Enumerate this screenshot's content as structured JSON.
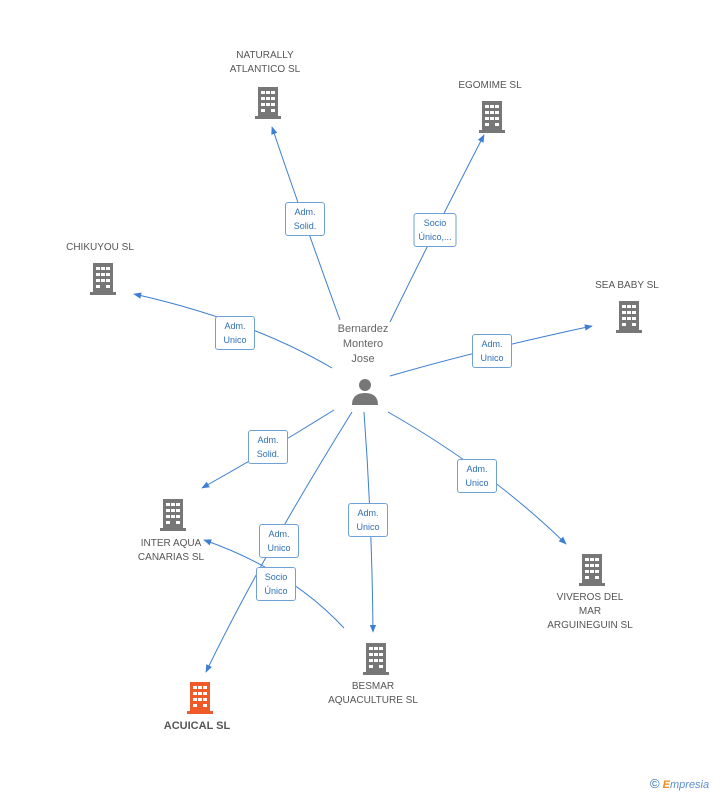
{
  "center": {
    "label": "Bernardez\nMontero\nJose"
  },
  "nodes": [
    {
      "id": "naturally",
      "label": "NATURALLY\nATLANTICO  SL"
    },
    {
      "id": "egomime",
      "label": "EGOMIME SL"
    },
    {
      "id": "chikuyou",
      "label": "CHIKUYOU SL"
    },
    {
      "id": "seababy",
      "label": "SEA BABY SL"
    },
    {
      "id": "interaqua",
      "label": "INTER AQUA\nCANARIAS SL"
    },
    {
      "id": "viveros",
      "label": "VIVEROS DEL\nMAR\nARGUINEGUIN SL"
    },
    {
      "id": "besmar",
      "label": "BESMAR\nAQUACULTURE SL"
    },
    {
      "id": "acuical",
      "label": "ACUICAL SL"
    }
  ],
  "edges": [
    {
      "id": "e-naturally",
      "label": "Adm.\nSolid."
    },
    {
      "id": "e-egomime",
      "label": "Socio\nÚnico,..."
    },
    {
      "id": "e-chikuyou",
      "label": "Adm.\nUnico"
    },
    {
      "id": "e-seababy",
      "label": "Adm.\nUnico"
    },
    {
      "id": "e-interaqua",
      "label": "Adm.\nSolid."
    },
    {
      "id": "e-viveros",
      "label": "Adm.\nUnico"
    },
    {
      "id": "e-besmar",
      "label": "Adm.\nUnico"
    },
    {
      "id": "e-acuical-center",
      "label": "Adm.\nUnico"
    },
    {
      "id": "e-acuical-besmar",
      "label": "Socio\nÚnico"
    }
  ],
  "colors": {
    "edge": "#3d7fd0",
    "building": "#777777",
    "focus_building": "#f05a28"
  },
  "footer": {
    "copyright": "©",
    "brand_e": "E",
    "brand_rest": "mpresia"
  }
}
